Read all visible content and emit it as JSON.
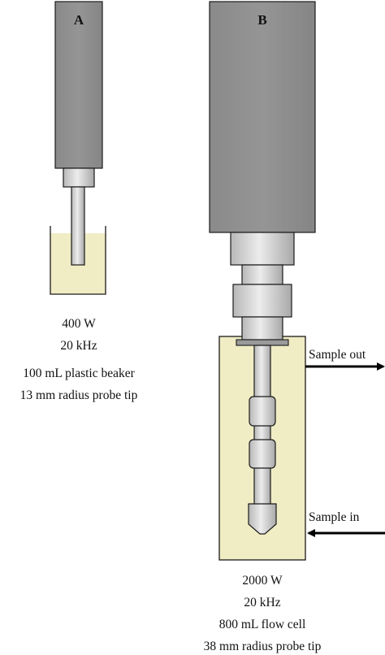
{
  "panel_a": {
    "letter": "A",
    "specs": [
      "400 W",
      "20 kHz",
      "100 mL plastic beaker",
      "13 mm radius probe tip"
    ]
  },
  "panel_b": {
    "letter": "B",
    "specs": [
      "2000 W",
      "20 kHz",
      "800 mL flow cell",
      "38 mm radius probe tip"
    ],
    "outlet_label": "Sample out",
    "inlet_label": "Sample in"
  },
  "colors": {
    "housing": "#8c8c8c",
    "metal": "#d2d2d2",
    "liquid": "#f0ecc4",
    "outline": "#1a1a1a"
  }
}
